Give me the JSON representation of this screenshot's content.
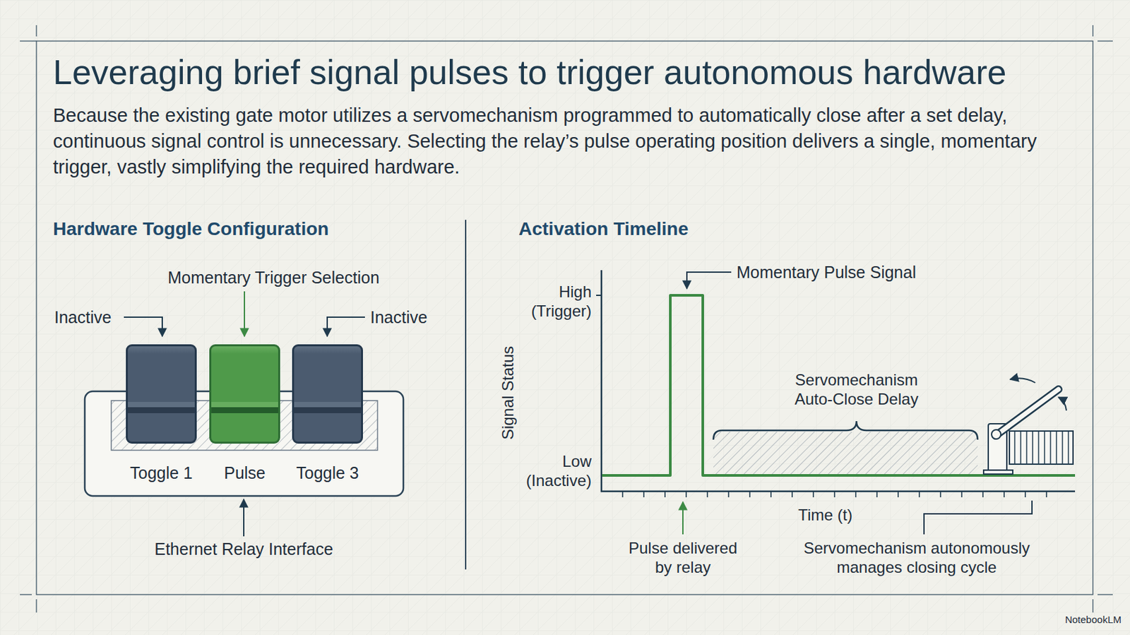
{
  "diagram": {
    "title": "Leveraging brief signal pulses to trigger autonomous hardware",
    "nodes": [
      {
        "text": [
          "Toggle 1"
        ]
      },
      {
        "text": [
          "Pulse"
        ]
      },
      {
        "text": [
          "Toggle 3"
        ]
      }
    ],
    "labels": [
      "Because the existing gate motor utilizes a servomechanism programmed to automatically close after a set delay, continuous signal control is unnecessary. Selecting the relay’s pulse operating position delivers a single, momentary trigger, vastly simplifying the required hardware.",
      "Hardware Toggle Configuration",
      "Activation Timeline",
      "Inactive",
      "Momentary Trigger Selection",
      "Inactive",
      "Ethernet Relay Interface",
      "Momentary Pulse Signal",
      "High (Trigger)",
      "Signal Status",
      "Servomechanism Auto-Close Delay",
      "Low (Inactive)",
      "Time (t)",
      "Pulse delivered by relay",
      "Servomechanism autonomously manages closing cycle",
      "NotebookLM"
    ]
  }
}
